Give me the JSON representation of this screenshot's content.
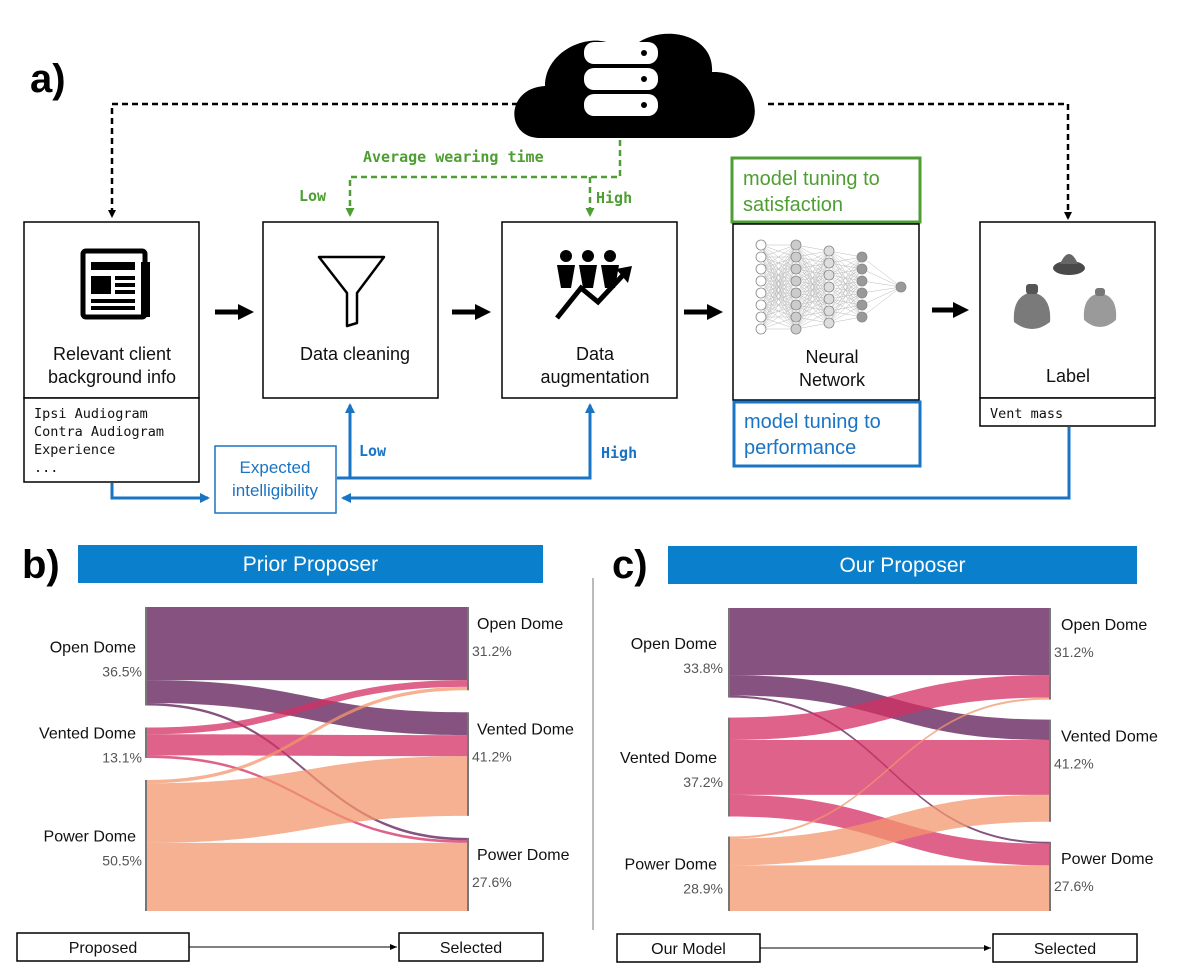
{
  "panel_labels": {
    "a": "a)",
    "b": "b)",
    "c": "c)"
  },
  "colors": {
    "blue": "#1a74c4",
    "green": "#4e9e33",
    "banner": "#0a80cc",
    "purple": "#5e1a55",
    "crimson": "#d32e62",
    "salmon": "#f3956e"
  },
  "pipeline": {
    "wearing_time_label": "Average wearing time",
    "low_green": "Low",
    "high_green": "High",
    "low_blue": "Low",
    "high_blue": "High",
    "boxes": {
      "client_line1": "Relevant client",
      "client_line2": "background info",
      "cleaning": "Data cleaning",
      "augmentation_line1": "Data",
      "augmentation_line2": "augmentation",
      "network_line1": "Neural",
      "network_line2": "Network",
      "label": "Label"
    },
    "client_features": [
      "Ipsi Audiogram",
      "Contra Audiogram",
      "Experience",
      "..."
    ],
    "label_feature": "Vent mass",
    "tuning_satisfaction_line1": "model tuning to",
    "tuning_satisfaction_line2": "satisfaction",
    "tuning_performance_line1": "model tuning to",
    "tuning_performance_line2": "performance",
    "intelligibility_line1": "Expected",
    "intelligibility_line2": "intelligibility",
    "icons": [
      "newspaper-icon",
      "funnel-icon",
      "people-growth-icon",
      "neural-net-icon",
      "ear-dome-icon",
      "cloud-database-icon"
    ]
  },
  "chart_data": [
    {
      "type": "sankey",
      "title": "Prior Proposer",
      "source_axis_label": "Proposed",
      "target_axis_label": "Selected",
      "source_nodes": [
        {
          "name": "Open Dome",
          "value": "36.5%"
        },
        {
          "name": "Vented Dome",
          "value": "13.1%"
        },
        {
          "name": "Power Dome",
          "value": "50.5%"
        }
      ],
      "target_nodes": [
        {
          "name": "Open Dome",
          "value": "31.2%"
        },
        {
          "name": "Vented Dome",
          "value": "41.2%"
        },
        {
          "name": "Power Dome",
          "value": "27.6%"
        }
      ],
      "flows": [
        {
          "from": 0,
          "to": 0,
          "value": 17.3
        },
        {
          "from": 0,
          "to": 1,
          "value": 5.4
        },
        {
          "from": 0,
          "to": 2,
          "value": 0.6
        },
        {
          "from": 1,
          "to": 0,
          "value": 1.6
        },
        {
          "from": 1,
          "to": 1,
          "value": 5.0
        },
        {
          "from": 1,
          "to": 2,
          "value": 0.6
        },
        {
          "from": 2,
          "to": 0,
          "value": 0.8
        },
        {
          "from": 2,
          "to": 1,
          "value": 14.1
        },
        {
          "from": 2,
          "to": 2,
          "value": 16.1
        }
      ]
    },
    {
      "type": "sankey",
      "title": "Our Proposer",
      "source_axis_label": "Our Model",
      "target_axis_label": "Selected",
      "source_nodes": [
        {
          "name": "Open Dome",
          "value": "33.8%"
        },
        {
          "name": "Vented Dome",
          "value": "37.2%"
        },
        {
          "name": "Power Dome",
          "value": "28.9%"
        }
      ],
      "target_nodes": [
        {
          "name": "Open Dome",
          "value": "31.2%"
        },
        {
          "name": "Vented Dome",
          "value": "41.2%"
        },
        {
          "name": "Power Dome",
          "value": "27.6%"
        }
      ],
      "flows": [
        {
          "from": 0,
          "to": 0,
          "value": 16.5
        },
        {
          "from": 0,
          "to": 1,
          "value": 5.0
        },
        {
          "from": 0,
          "to": 2,
          "value": 0.5
        },
        {
          "from": 1,
          "to": 0,
          "value": 5.5
        },
        {
          "from": 1,
          "to": 1,
          "value": 13.5
        },
        {
          "from": 1,
          "to": 2,
          "value": 5.3
        },
        {
          "from": 2,
          "to": 0,
          "value": 0.5
        },
        {
          "from": 2,
          "to": 1,
          "value": 6.6
        },
        {
          "from": 2,
          "to": 2,
          "value": 11.2
        }
      ]
    }
  ]
}
